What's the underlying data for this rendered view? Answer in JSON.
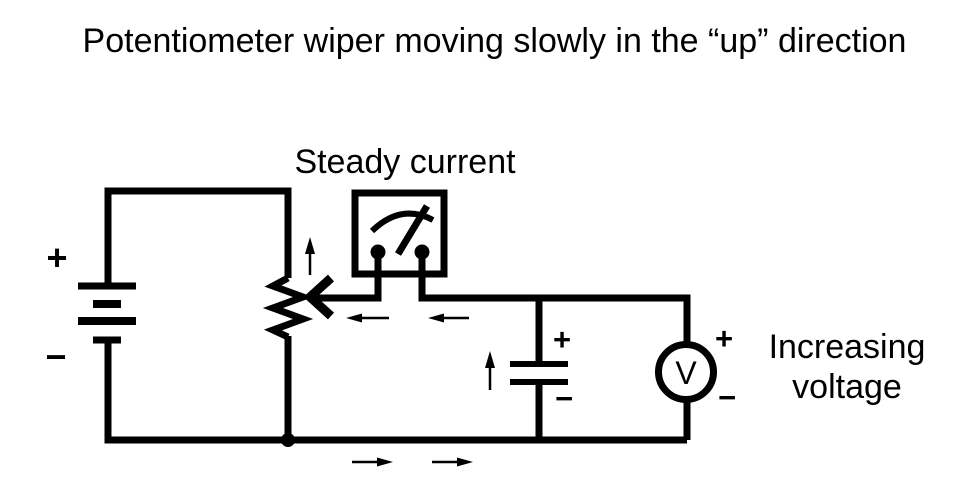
{
  "labels": {
    "title": "Potentiometer wiper moving slowly in the “up” direction",
    "steady_current": "Steady current",
    "increasing_line1": "Increasing",
    "increasing_line2": "voltage",
    "voltmeter_letter": "V",
    "battery_plus": "+",
    "battery_minus": "−",
    "capacitor_plus": "+",
    "capacitor_minus": "−",
    "voltmeter_plus": "+",
    "voltmeter_minus": "−"
  },
  "components": {
    "source": "battery",
    "control": "potentiometer",
    "meter_top": "ammeter",
    "storage": "capacitor",
    "meter_right": "voltmeter"
  },
  "annotations": {
    "wiper_motion": "up",
    "current_arrows_top": "left",
    "current_arrows_bottom": "right",
    "capacitor_current_arrow": "up"
  },
  "colors": {
    "ink": "#000000",
    "background": "#ffffff"
  }
}
